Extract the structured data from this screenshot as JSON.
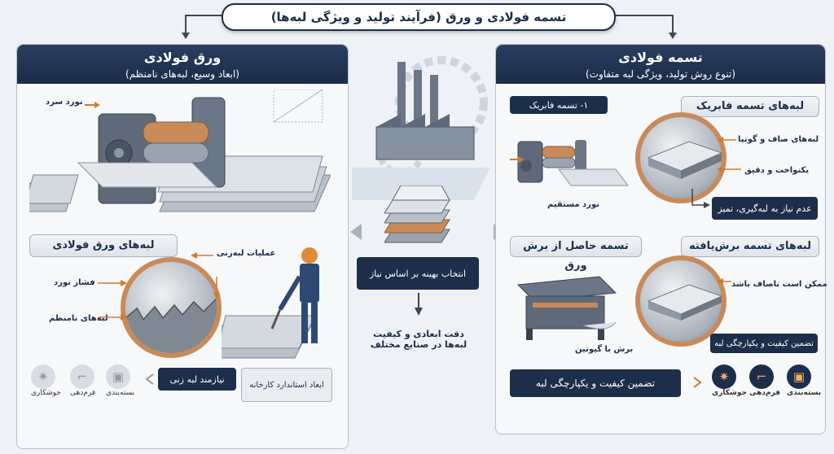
{
  "title": "تسمه فولادی و ورق (فرآیند تولید و ویژگی لبه‌ها)",
  "left_panel": {
    "title": "ورق فولادی",
    "subtitle": "(ابعاد وسیع، لبه‌های نامنظم)",
    "process_label": "نورد سرد",
    "edges_heading": "لبه‌های ورق فولادی",
    "edge_labels": [
      "فشار نورد",
      "لبه‌های نامنظم"
    ],
    "trimming_label": "عملیات لبه‌زنی",
    "box_needs_trim": "نیازمند لبه زنی",
    "box_standard": "ابعاد استاندارد کارخانه",
    "icons": [
      {
        "name": "packaging-icon",
        "label": "بسته‌بندی"
      },
      {
        "name": "forming-icon",
        "label": "فرم‌دهی"
      },
      {
        "name": "welding-icon",
        "label": "جوشکاری"
      }
    ]
  },
  "center": {
    "selection_box": "انتخاب بهینه بر اساس نیاز",
    "caption": "دقت ابعادی و کیفیت لبه‌ها در صنایع مختلف"
  },
  "right_panel": {
    "title": "تسمه فولادی",
    "subtitle": "(تنوع روش تولید، ویژگی لبه متفاوت)",
    "factory_heading": "۱- تسمه فابریک",
    "factory_edges_heading": "لبه‌های تسمه فابریک",
    "factory_edge_labels": [
      "لبه‌های صاف و گونیا",
      "یکنواخت و دقیق"
    ],
    "factory_box": "عدم نیاز به لبه‌گیری، تمیز",
    "direct_rolling_label": "نورد مستقیم",
    "cut_heading": "تسمه حاصل از برش ورق",
    "cut_edges_heading": "لبه‌های تسمه برش‌یافته",
    "cut_edge_label": "ممکن است ناصاف باشد",
    "cut_box": "تضمین کیفیت و یکپارچگی لبه",
    "guillotine_label": "برش با گیوتین",
    "quality_box": "تضمین کیفیت و یکپارچگی لبه",
    "icons": [
      {
        "name": "packaging-icon",
        "label": "بسته‌بندی"
      },
      {
        "name": "forming-icon",
        "label": "فرم‌دهی"
      },
      {
        "name": "welding-icon",
        "label": "جوشکاری"
      }
    ]
  },
  "colors": {
    "navy": "#1c2e4a",
    "copper": "#c98a5a",
    "accent": "#d27a2c"
  }
}
